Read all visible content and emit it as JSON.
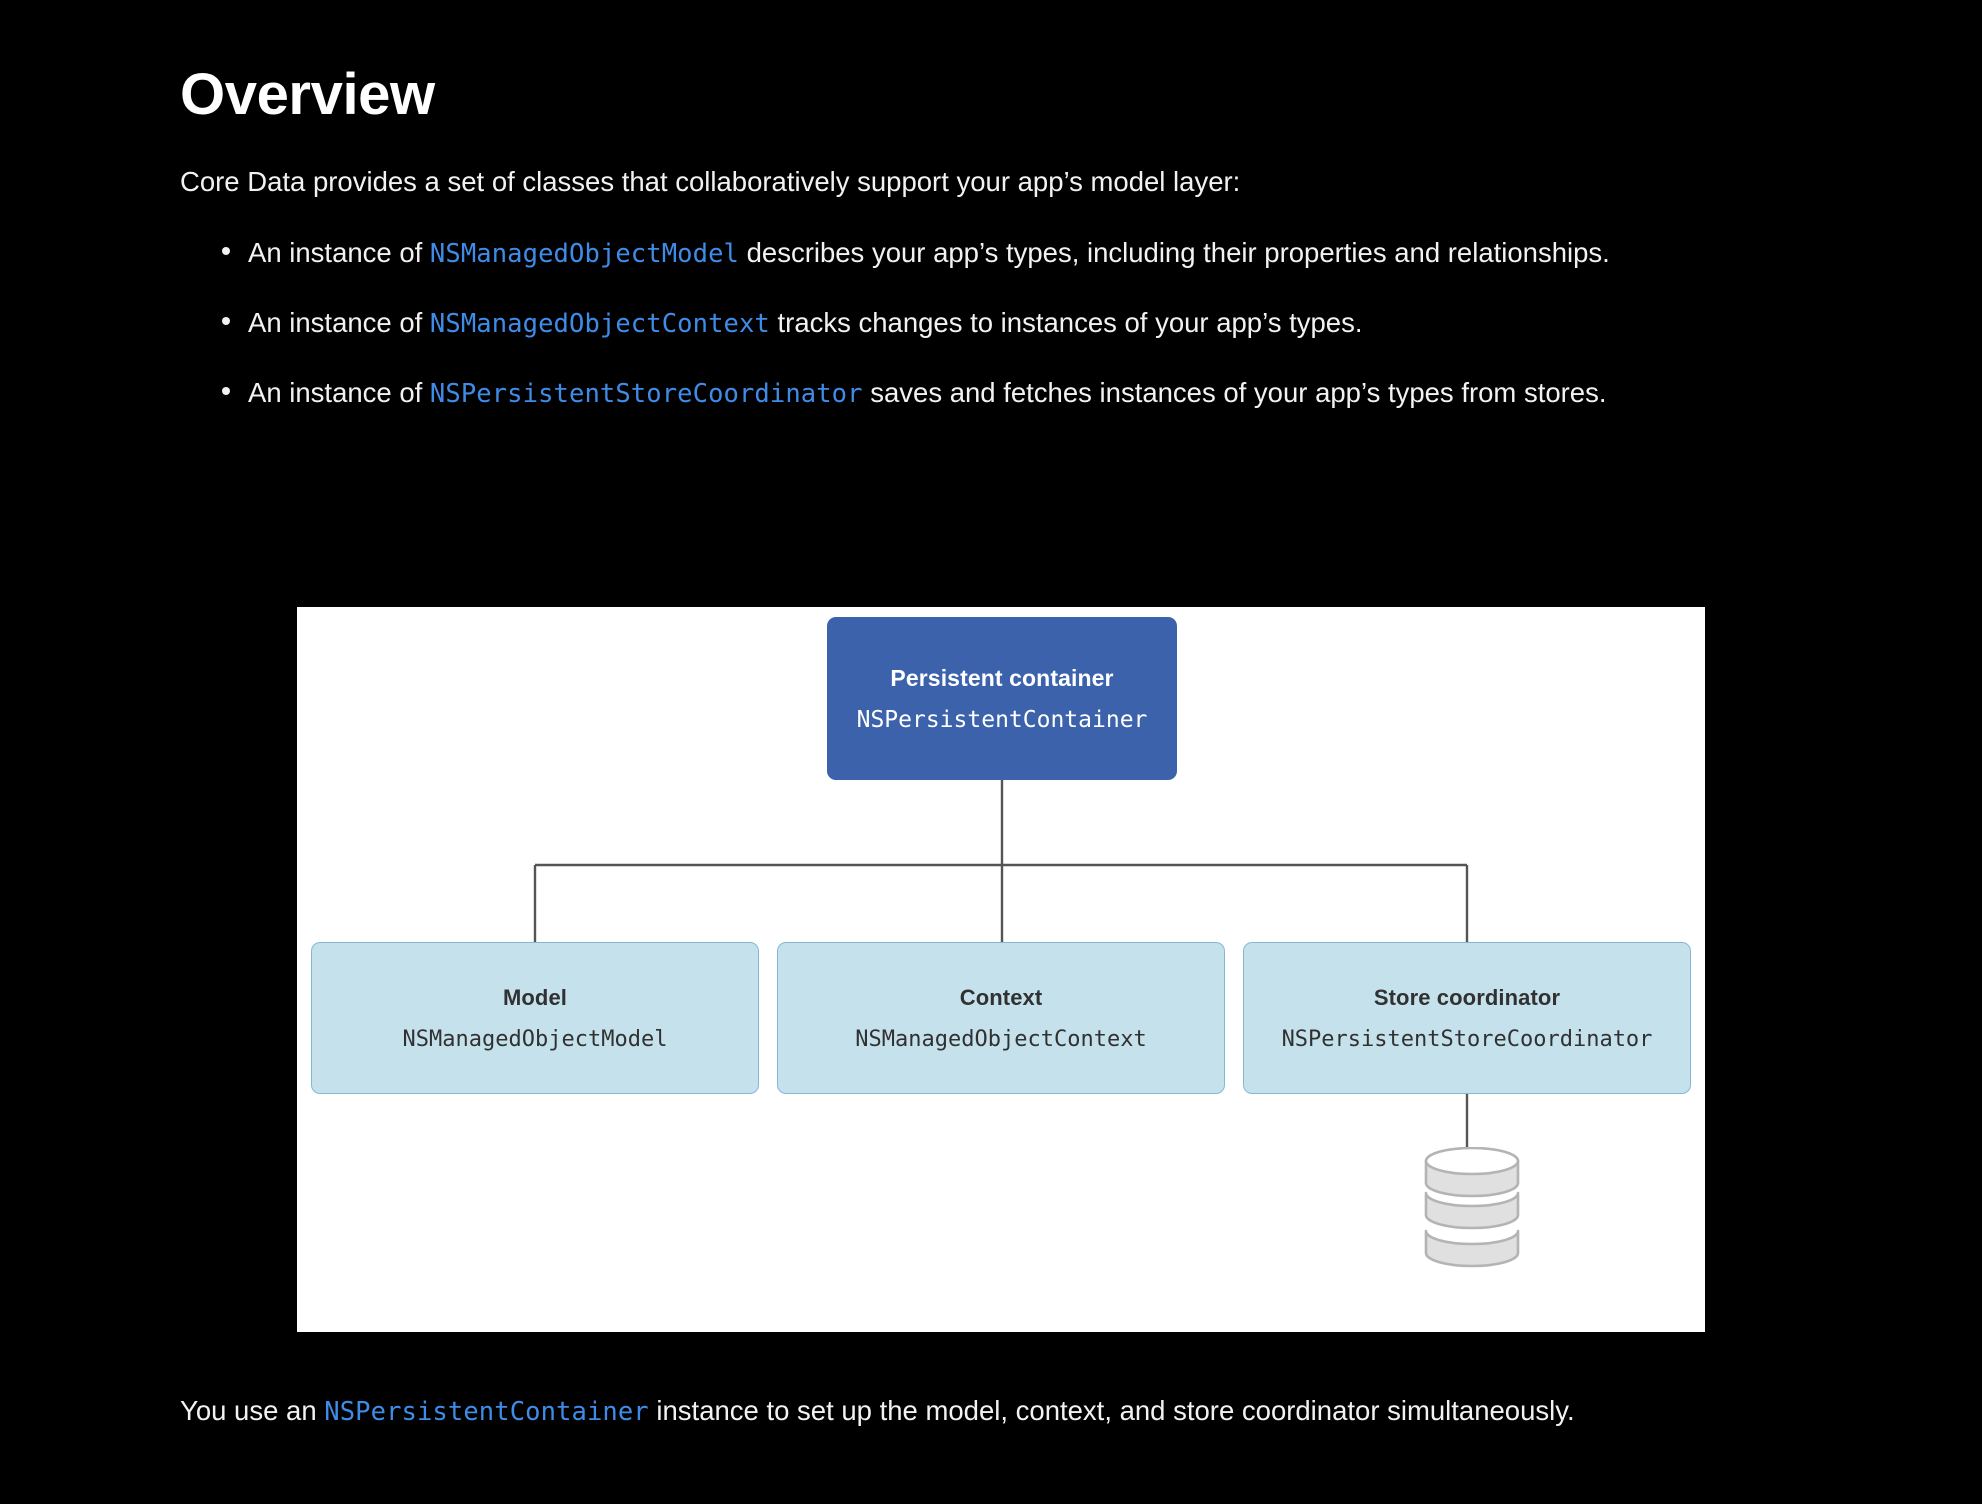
{
  "article": {
    "title": "Overview",
    "intro": "Core Data provides a set of classes that collaboratively support your app’s model layer:",
    "bullets": [
      {
        "text_before": "An instance of ",
        "code": "NSManagedObjectModel",
        "text_after": " describes your app’s types, including their properties and relationships."
      },
      {
        "text_before": "An instance of ",
        "code": "NSManagedObjectContext",
        "text_after": " tracks changes to instances of your app’s types."
      },
      {
        "text_before": "An instance of ",
        "code": "NSPersistentStoreCoordinator",
        "text_after": " saves and fetches instances of your app’s types from stores."
      }
    ],
    "closing": {
      "text_before": "You use an ",
      "code": "NSPersistentContainer",
      "text_after": " instance to set up the model, context, and store coordinator simultaneously."
    }
  },
  "diagram": {
    "root": {
      "title": "Persistent container",
      "class_name": "NSPersistentContainer"
    },
    "leaves": [
      {
        "title": "Model",
        "class_name": "NSManagedObjectModel"
      },
      {
        "title": "Context",
        "class_name": "NSManagedObjectContext"
      },
      {
        "title": "Store coordinator",
        "class_name": "NSPersistentStoreCoordinator"
      }
    ],
    "store_icon": "database-cylinder-icon"
  },
  "colors": {
    "background": "#000000",
    "panel": "#ffffff",
    "code_link": "#3f8ce8",
    "root_node": "#3c62ab",
    "leaf_node": "#c5e2ec",
    "leaf_border": "#86b8d3",
    "connector": "#555555",
    "cylinder_fill": "#e0e0e0",
    "cylinder_stroke": "#b4b4b4",
    "text": "#f2f2f2"
  }
}
